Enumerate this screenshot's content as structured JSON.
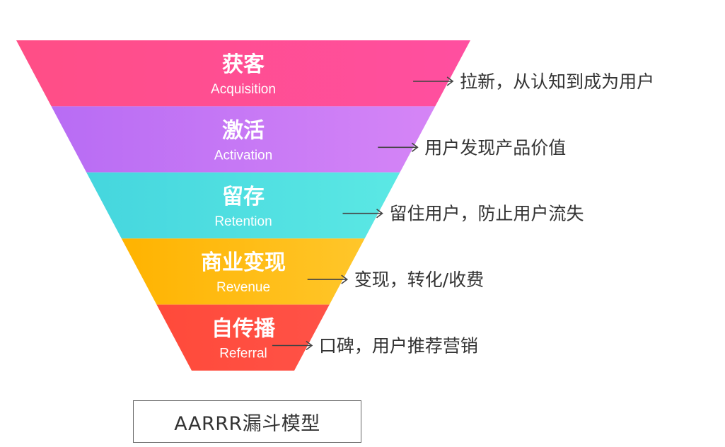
{
  "stages": [
    {
      "title": "获客",
      "subtitle": "Acquisition",
      "description": "拉新，从认知到成为用户",
      "color_from": "#FF4E86",
      "color_to": "#FF4FA0"
    },
    {
      "title": "激活",
      "subtitle": "Activation",
      "description": "用户发现产品价值",
      "color_from": "#B86CF4",
      "color_to": "#D585F6"
    },
    {
      "title": "留存",
      "subtitle": "Retention",
      "description": "留住用户，防止用户流失",
      "color_from": "#45D6DE",
      "color_to": "#5BE8E4"
    },
    {
      "title": "商业变现",
      "subtitle": "Revenue",
      "description": "变现，转化/收费",
      "color_from": "#FFB300",
      "color_to": "#FFC62A"
    },
    {
      "title": "自传播",
      "subtitle": "Referral",
      "description": "口碑，用户推荐营销",
      "color_from": "#FF4A3A",
      "color_to": "#FF5247"
    }
  ],
  "caption": "AARRR漏斗模型",
  "arrow_color": "#444444"
}
